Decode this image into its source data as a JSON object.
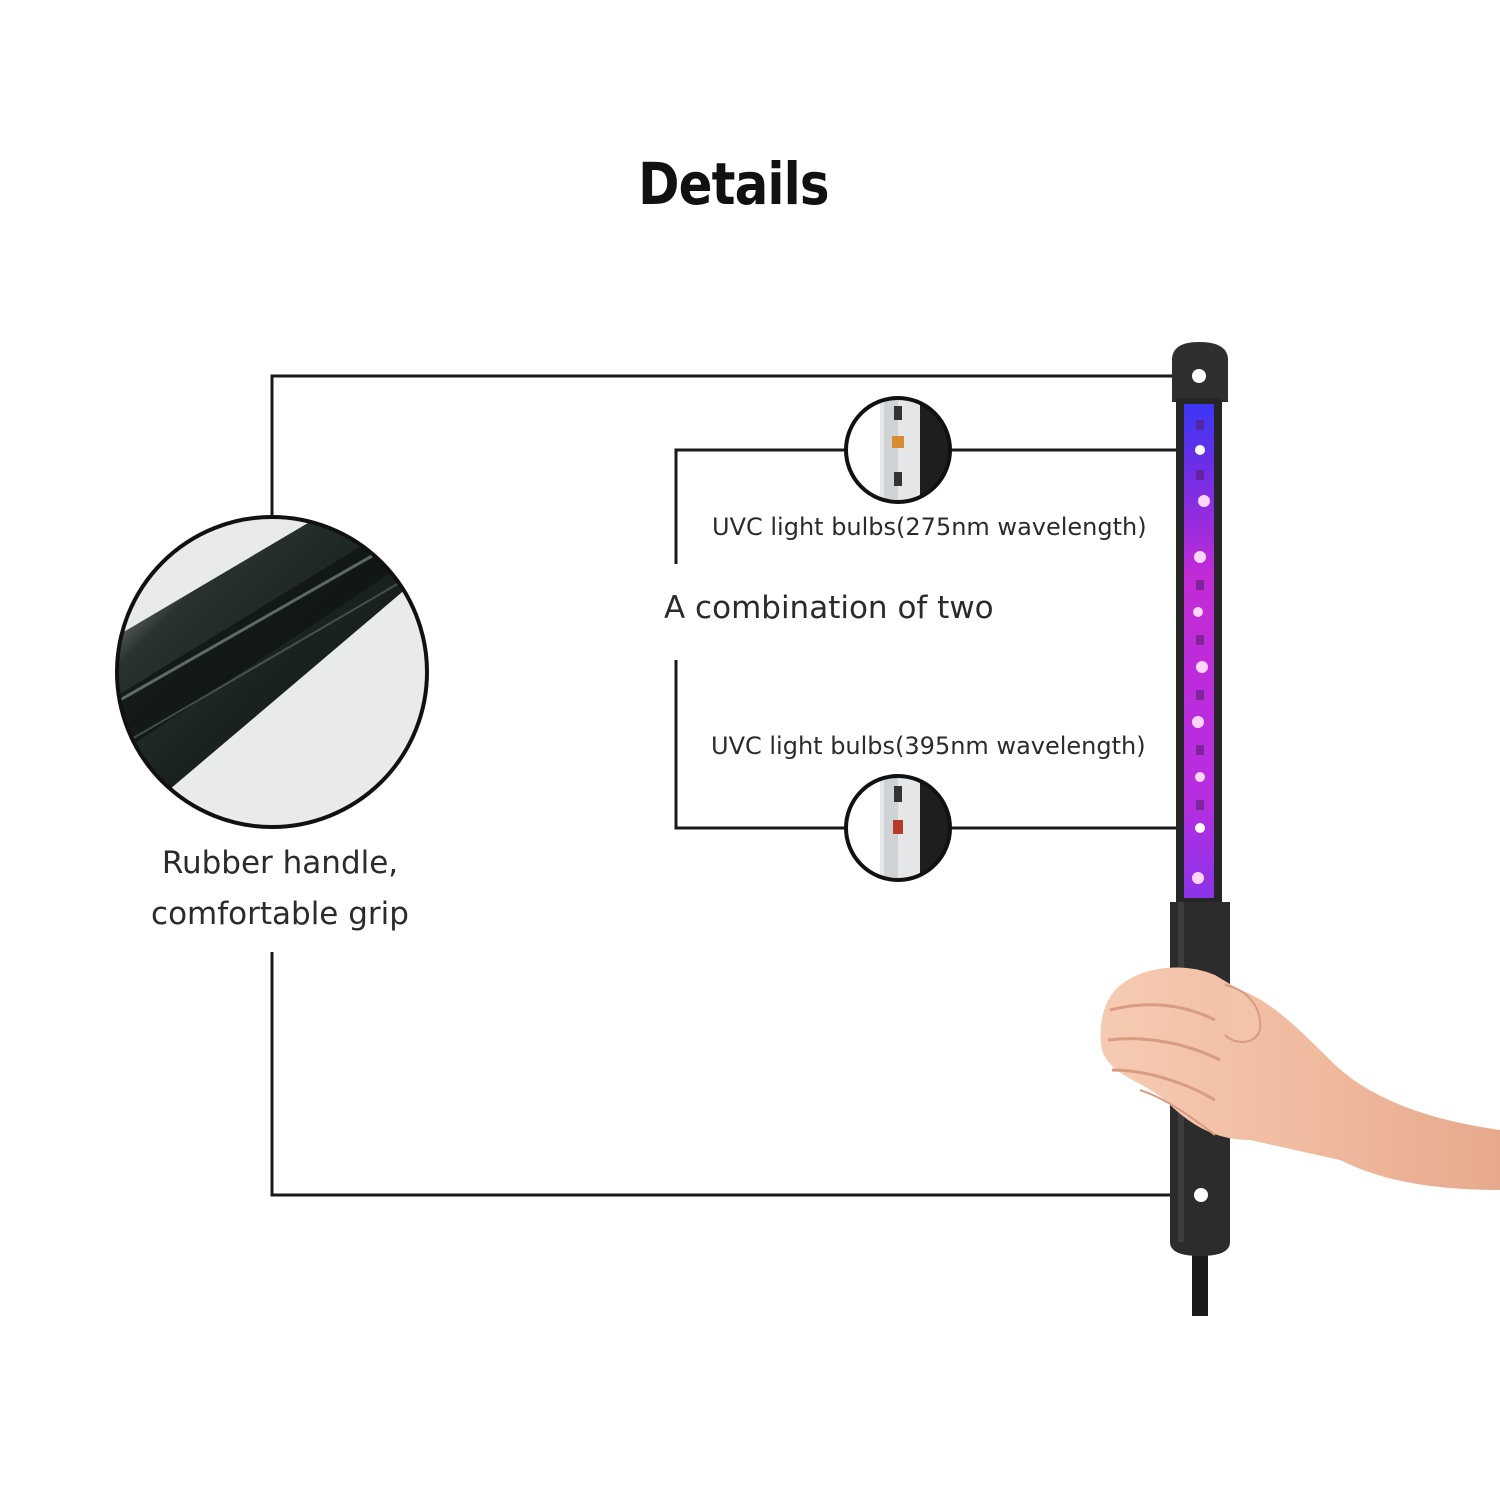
{
  "title": "Details",
  "labels": {
    "uvc_275": "UVC light bulbs(275nm wavelength)",
    "uvc_395": "UVC light bulbs(395nm wavelength)",
    "combination": "A combination of two",
    "handle_line1": "Rubber handle,",
    "handle_line2": "comfortable grip"
  },
  "colors": {
    "line": "#1a1a1a",
    "tube_body": "#2e2e2e",
    "led_glow_top": "#3f3cff",
    "led_glow": "#c42bd8",
    "skin": "#f2c1a6"
  }
}
